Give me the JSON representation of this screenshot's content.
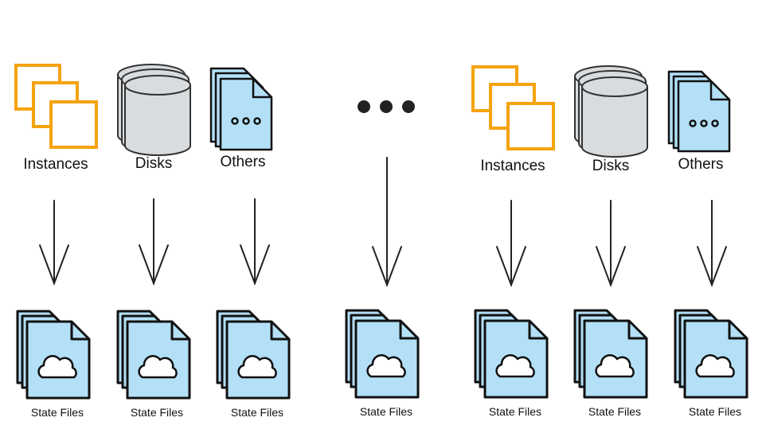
{
  "colors": {
    "instance_stroke": "#f5a30f",
    "disk_fill": "#d9dcdf",
    "file_fill": "#b3e0f7",
    "ink": "#111111"
  },
  "groups": [
    {
      "resources": [
        {
          "label": "Instances",
          "icon": "instances-icon"
        },
        {
          "label": "Disks",
          "icon": "disk-icon"
        },
        {
          "label": "Others",
          "icon": "others-icon"
        }
      ],
      "outputs": [
        "State Files",
        "State Files",
        "State Files"
      ]
    },
    {
      "ellipsis": "more-groups-ellipsis-icon",
      "outputs": [
        "State Files"
      ]
    },
    {
      "resources": [
        {
          "label": "Instances",
          "icon": "instances-icon"
        },
        {
          "label": "Disks",
          "icon": "disk-icon"
        },
        {
          "label": "Others",
          "icon": "others-icon"
        }
      ],
      "outputs": [
        "State Files",
        "State Files",
        "State Files"
      ]
    }
  ]
}
